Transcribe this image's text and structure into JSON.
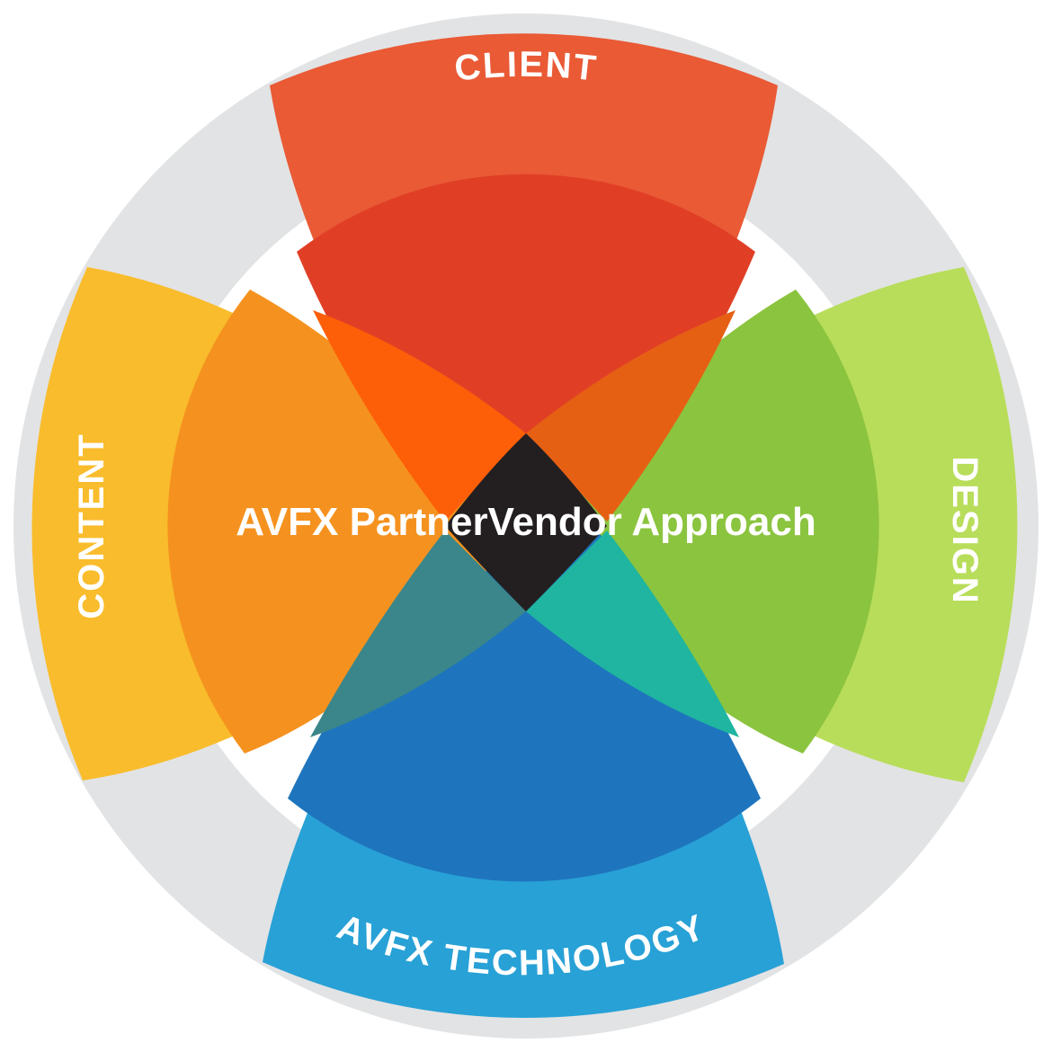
{
  "center_title": "AVFX PartnerVendor Approach",
  "petals": [
    {
      "key": "client",
      "label": "CLIENT",
      "color": "#E95A35"
    },
    {
      "key": "design",
      "label": "DESIGN",
      "color": "#B8DD5A"
    },
    {
      "key": "technology",
      "label": "AVFX TECHNOLOGY",
      "color": "#28A1D6"
    },
    {
      "key": "content",
      "label": "CONTENT",
      "color": "#F9BC2C"
    }
  ],
  "colors": {
    "outer_ring": "#E2E3E4",
    "center": "#231F20",
    "client_inner": "#E03F26",
    "design_inner": "#8BC43F",
    "technology_inner": "#1E75BD",
    "content_inner": "#F5921F",
    "overlap_client_content": "#FD5F08",
    "overlap_client_design": "#E66014",
    "overlap_design_technology": "#1FB5A0",
    "overlap_technology_content": "#3A868B"
  }
}
